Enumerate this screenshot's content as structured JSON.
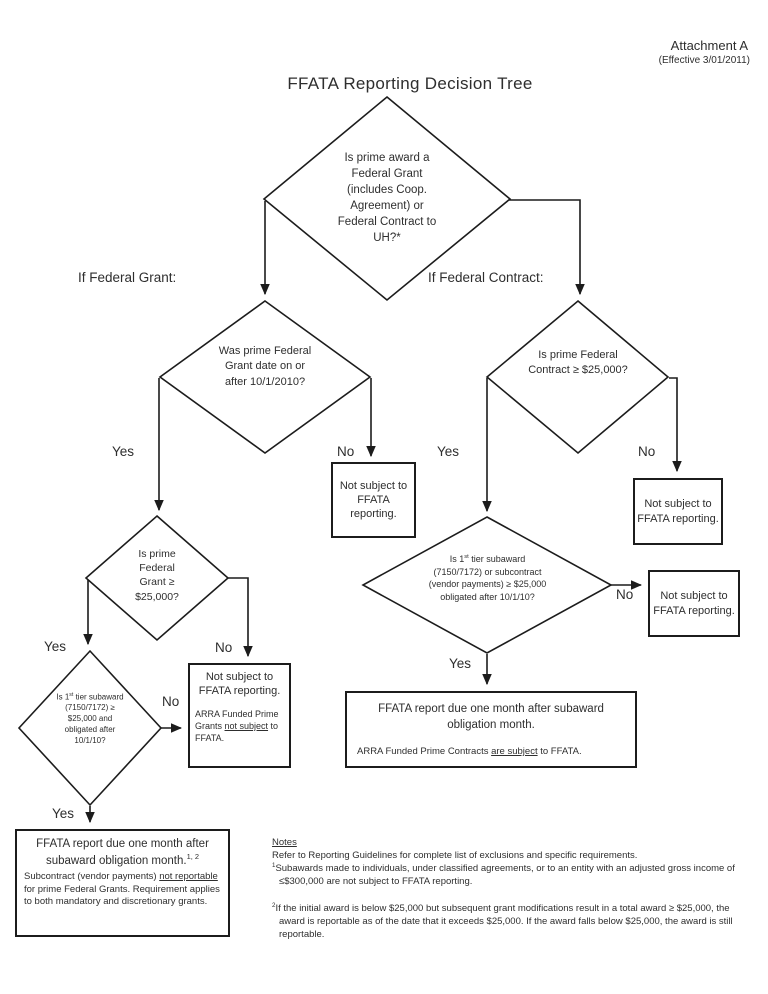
{
  "header": {
    "attachment": "Attachment A",
    "effective": "(Effective 3/01/2011)",
    "title": "FFATA Reporting Decision Tree"
  },
  "labels": {
    "if_grant": "If Federal Grant:",
    "if_contract": "If Federal Contract:",
    "yes": "Yes",
    "no": "No"
  },
  "decisions": {
    "prime_award": "Is prime award a Federal Grant (includes Coop. Agreement) or Federal Contract to UH?*",
    "grant_date": "Was prime Federal Grant date on or after 10/1/2010?",
    "contract_25k": "Is prime Federal Contract ≥ $25,000?",
    "grant_25k": "Is prime Federal Grant ≥ $25,000?",
    "grant_subaward": {
      "pre": "Is 1",
      "sup": "st",
      "post": " tier subaward (7150/7172) ≥ $25,000 and obligated after 10/1/10?"
    },
    "contract_subaward": {
      "pre": "Is 1",
      "sup": "st",
      "post": " tier subaward (7150/7172) or subcontract (vendor payments) ≥ $25,000 obligated after 10/1/10?"
    }
  },
  "outcomes": {
    "not_subject": "Not subject to FFATA reporting.",
    "grant_arra": {
      "pre": "ARRA Funded Prime Grants ",
      "underline": "not subject",
      "post": " to FFATA."
    },
    "contract_report": "FFATA report due one month after subaward obligation month.",
    "contract_arra": {
      "pre": "ARRA Funded Prime Contracts ",
      "underline": "are subject",
      "post": " to FFATA."
    },
    "grant_report": {
      "text": "FFATA report due one month after subaward obligation month.",
      "sup": "1, 2"
    },
    "grant_report_detail": {
      "pre": "Subcontract (vendor payments) ",
      "underline": "not reportable",
      "post": " for prime Federal Grants. Requirement applies to both mandatory and discretionary grants."
    }
  },
  "notes": {
    "heading": "Notes",
    "intro": "Refer to Reporting Guidelines for complete list of exclusions and specific requirements.",
    "note1": {
      "sup": "1",
      "text": "Subawards made to individuals, under classified agreements, or to an entity with an adjusted gross income of ≤$300,000 are not subject to FFATA reporting."
    },
    "note2": {
      "sup": "2",
      "text": "If the initial award is below $25,000 but subsequent grant modifications result in a total award ≥ $25,000, the award is reportable as of the date that it exceeds $25,000.  If the award falls below $25,000, the award is still reportable."
    }
  }
}
